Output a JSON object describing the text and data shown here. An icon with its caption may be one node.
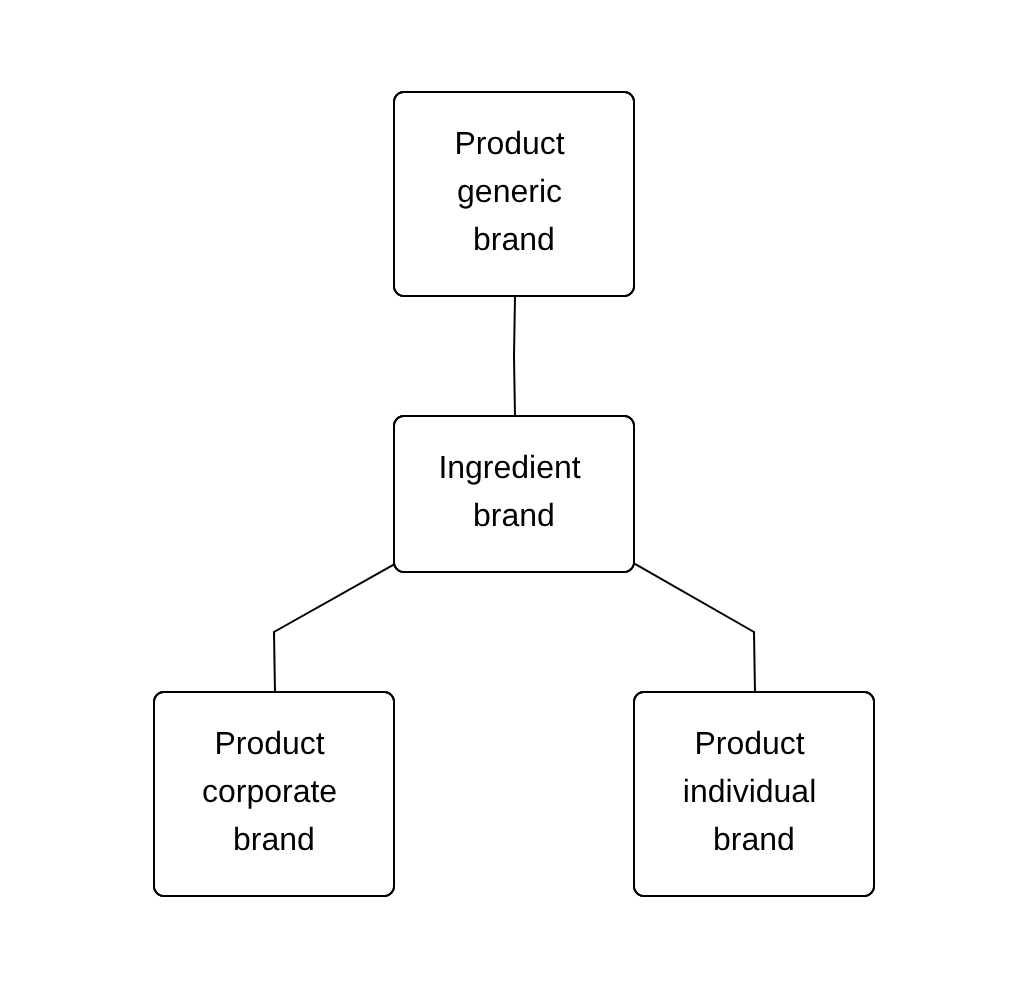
{
  "diagram": {
    "nodes": [
      {
        "text": [
          "Product generic brand"
        ]
      },
      {
        "text": [
          "Ingredient brand"
        ]
      },
      {
        "text": [
          "Product corporate brand"
        ]
      },
      {
        "text": [
          "Product individual brand"
        ]
      }
    ],
    "edges": [
      {
        "from": 0,
        "to": 1,
        "arrow": "none"
      },
      {
        "from": 1,
        "to": 2,
        "arrow": "none"
      },
      {
        "from": 1,
        "to": 3,
        "arrow": "none"
      }
    ]
  }
}
